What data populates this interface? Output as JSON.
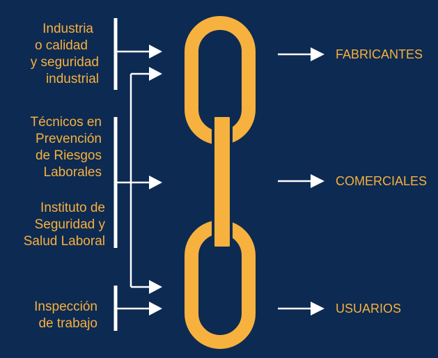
{
  "colors": {
    "background": "#0d2a52",
    "accent": "#f7b13e",
    "lines": "#ffffff"
  },
  "sources": {
    "industria": [
      "Industria",
      "o  calidad",
      "y seguridad",
      "industrial"
    ],
    "tecnicos": [
      "Técnicos en",
      "Prevención",
      "de Riesgos",
      "Laborales"
    ],
    "instituto": [
      "Instituto de",
      "Seguridad y",
      "Salud Laboral"
    ],
    "inspeccion": [
      "Inspección",
      "de trabajo"
    ]
  },
  "targets": {
    "fabricantes": "FABRICANTES",
    "comerciales": "COMERCIALES",
    "usuarios": "USUARIOS"
  },
  "icons": [
    "chain-icon",
    "arrow-right-icon"
  ]
}
